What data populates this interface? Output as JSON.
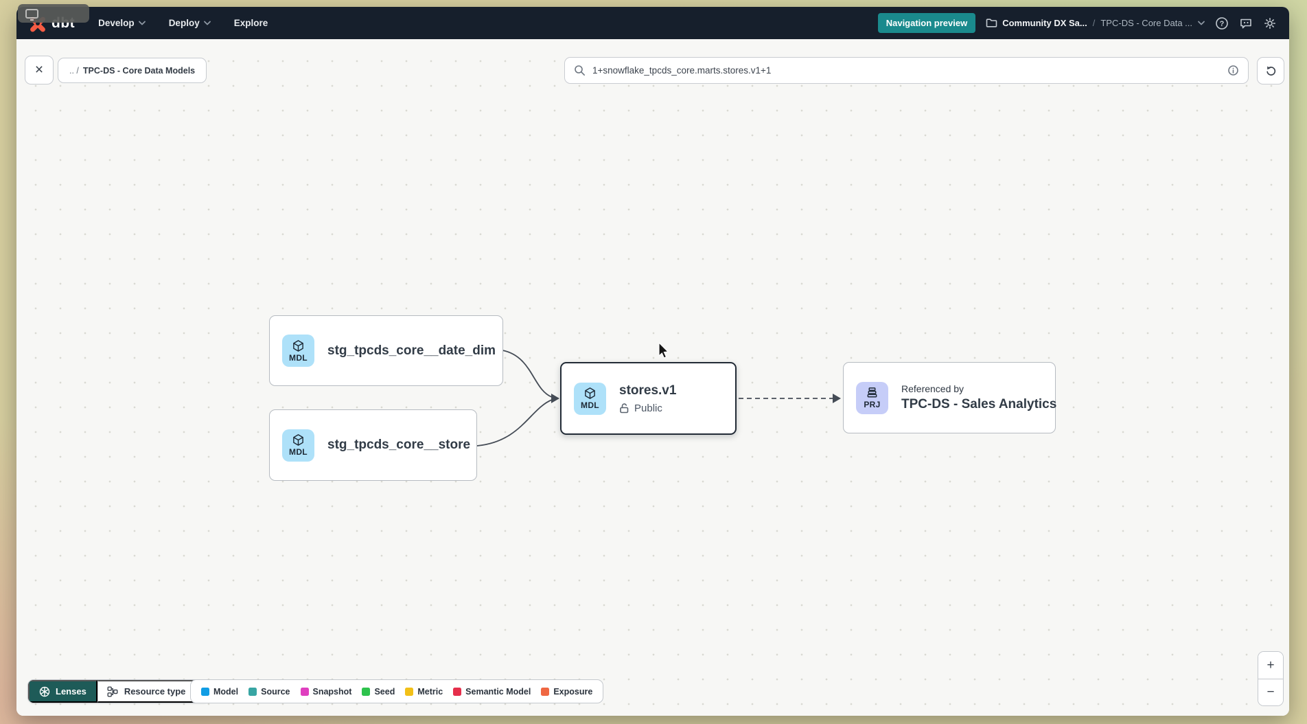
{
  "nav": {
    "logo": "dbt",
    "items": [
      {
        "label": "Develop"
      },
      {
        "label": "Deploy"
      },
      {
        "label": "Explore"
      }
    ],
    "preview_badge": "Navigation preview",
    "crumb_project": "Community DX Sa...",
    "crumb_separator": "/",
    "crumb_page": "TPC-DS - Core Data ..."
  },
  "toolbar": {
    "close": "×",
    "path_prefix": ".. /",
    "path_name": "TPC-DS - Core Data Models",
    "search_value": "1+snowflake_tpcds_core.marts.stores.v1+1"
  },
  "graph": {
    "nodes": [
      {
        "badge": "MDL",
        "label": "stg_tpcds_core__date_dim"
      },
      {
        "badge": "MDL",
        "label": "stg_tpcds_core__store"
      },
      {
        "badge": "MDL",
        "label": "stores.v1",
        "visibility": "Public"
      },
      {
        "badge": "PRJ",
        "kicker": "Referenced by",
        "label": "TPC-DS - Sales Analytics"
      }
    ]
  },
  "footer": {
    "lenses": "Lenses",
    "resource_type": "Resource type",
    "legend": [
      {
        "label": "Model",
        "color": "#119de4"
      },
      {
        "label": "Source",
        "color": "#38a5a3"
      },
      {
        "label": "Snapshot",
        "color": "#df3fbf"
      },
      {
        "label": "Seed",
        "color": "#2ec24d"
      },
      {
        "label": "Metric",
        "color": "#f2c018"
      },
      {
        "label": "Semantic Model",
        "color": "#e52f4b"
      },
      {
        "label": "Exposure",
        "color": "#ef6742"
      }
    ],
    "zoom_in": "+",
    "zoom_out": "−"
  },
  "theme": {
    "navbar_bg": "#161f2c",
    "accent_teal": "#1a8a8d",
    "lenses_teal": "#1e5b58",
    "mdl_badge_bg": "#aee1f9",
    "prj_badge_bg": "#c6cdf8",
    "dbt_orange": "#f55c44"
  }
}
